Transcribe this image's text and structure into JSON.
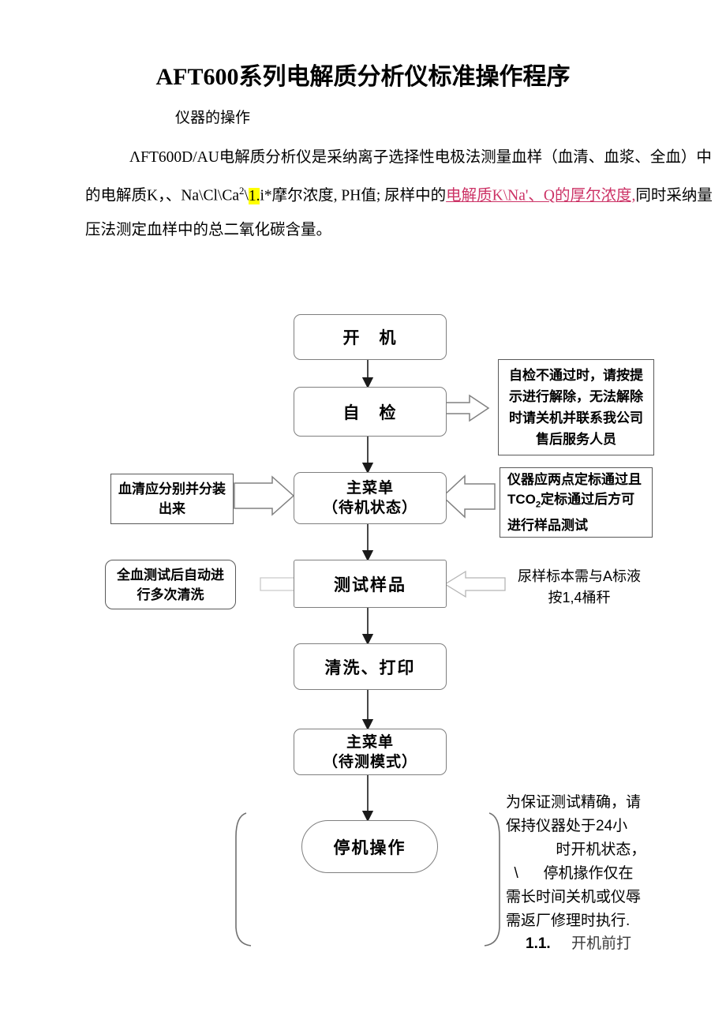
{
  "document": {
    "title": "AFT600系列电解质分析仪标准操作程序",
    "subtitle": "仪器的操作",
    "paragraph": {
      "line1_plain": "ΛFT600D/AU电解质分析仪是采纳离子选择性电极法测量血样（血清、血浆、",
      "line2_a": "全血）中的电解质K，、Na\\Cl\\Ca",
      "line2_sup": "2",
      "line2_b": "\\",
      "line2_highlight": "1.",
      "line2_c": "i*摩尔浓度, PH值; 尿样中的",
      "line2_link": "电解质K\\Na'",
      "line3_link": "、Q的厚尔浓度,",
      "line3_plain": "同时采纳量压法测定血样中的总二氧化碳含量。"
    },
    "footer_item": {
      "number": "1.1.",
      "text": "开机前打"
    }
  },
  "flowchart": {
    "nodes": [
      {
        "id": "power-on",
        "line1": "开　机",
        "line2": ""
      },
      {
        "id": "self-check",
        "line1": "自　检",
        "line2": ""
      },
      {
        "id": "main-menu-standby",
        "line1": "主菜单",
        "line2": "（待机状态）"
      },
      {
        "id": "test-sample",
        "line1": "测试样品",
        "line2": ""
      },
      {
        "id": "wash-print",
        "line1": "清洗、打印",
        "line2": ""
      },
      {
        "id": "main-menu-ready",
        "line1": "主菜单",
        "line2": "（待测模式）"
      },
      {
        "id": "shutdown",
        "line1": "停机操作",
        "line2": ""
      }
    ],
    "notes": {
      "self_check_fail": "自检不通过时，请按提示进行解除，无法解除时请关机并联系我公司售后服务人员",
      "calibration": {
        "line1": "仪器应两点定标通过且",
        "line2_a": "TCO",
        "line2_sub": "2",
        "line2_b": "定标通过后方可",
        "line3": "进行样品测试"
      },
      "serum_split": "血清应分别并分装出来",
      "whole_blood_wash": "全血测试后自动进行多次清洗",
      "urine_sample": "尿样标本需与A标液按1,4桶秆",
      "shutdown_note": {
        "l1": "为保证测试精确，请",
        "l2": "保持仪器处于24小",
        "l3": "            时开机状态，",
        "l4": "  \\      停机掾作仅在",
        "l5": "需长时间关机或仪辱",
        "l6": "需返厂修理时执行."
      }
    }
  },
  "colors": {
    "highlight": "#ffff00",
    "link": "#cc3366",
    "node_border": "#7f7f7f",
    "note_border": "#595959",
    "text": "#000000"
  }
}
